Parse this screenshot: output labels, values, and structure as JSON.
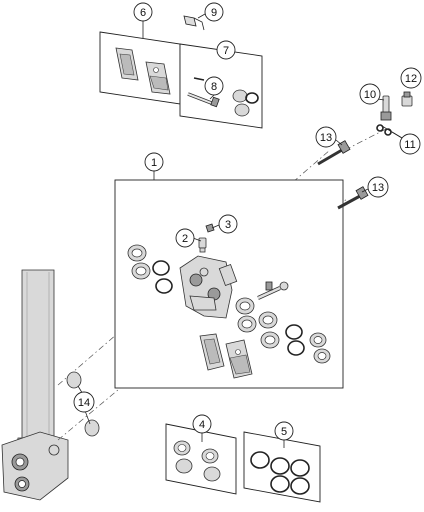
{
  "diagram": {
    "callouts": [
      {
        "id": "c1",
        "label": "1"
      },
      {
        "id": "c2",
        "label": "2"
      },
      {
        "id": "c3",
        "label": "3"
      },
      {
        "id": "c4",
        "label": "4"
      },
      {
        "id": "c5",
        "label": "5"
      },
      {
        "id": "c6",
        "label": "6"
      },
      {
        "id": "c7",
        "label": "7"
      },
      {
        "id": "c8",
        "label": "8"
      },
      {
        "id": "c9",
        "label": "9"
      },
      {
        "id": "c10",
        "label": "10"
      },
      {
        "id": "c11",
        "label": "11"
      },
      {
        "id": "c12",
        "label": "12"
      },
      {
        "id": "c13a",
        "label": "13"
      },
      {
        "id": "c13b",
        "label": "13"
      },
      {
        "id": "c14",
        "label": "14"
      }
    ]
  }
}
